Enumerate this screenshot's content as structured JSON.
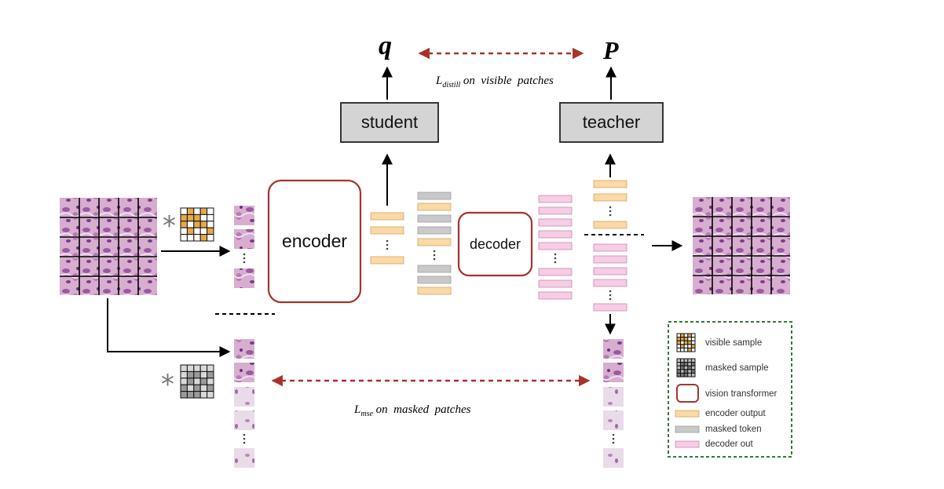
{
  "outputs": {
    "student_output": "q",
    "teacher_output": "P"
  },
  "losses": {
    "distill": {
      "symbol": "L",
      "subscript": "distill",
      "text": "on  visible  patches"
    },
    "mse": {
      "symbol": "L",
      "subscript": "mse",
      "text": "on  masked  patches"
    }
  },
  "blocks": {
    "student": "student",
    "teacher": "teacher",
    "encoder": "encoder",
    "decoder": "decoder"
  },
  "mask_operator": "*",
  "legend": {
    "items": [
      {
        "key": "visible",
        "label": "visible sample"
      },
      {
        "key": "masked",
        "label": "masked sample"
      },
      {
        "key": "vit",
        "label": "vision transformer"
      },
      {
        "key": "enc",
        "label": "encoder output"
      },
      {
        "key": "mtok",
        "label": "masked token"
      },
      {
        "key": "dec",
        "label": "decoder out"
      }
    ]
  },
  "colors": {
    "encoder_output": "#f9d9a6",
    "masked_token": "#c9c9c9",
    "decoder_out": "#f6cde4",
    "vision_transformer_border": "#a5342e",
    "loss_arrow": "#a5342e",
    "legend_border": "#2e7d32",
    "block_fill": "#d4d4d4",
    "tissue": "#b478ac"
  },
  "masks": {
    "visible_grid": [
      [
        0,
        1,
        0,
        1,
        0
      ],
      [
        1,
        1,
        1,
        0,
        0
      ],
      [
        1,
        0,
        1,
        1,
        0
      ],
      [
        0,
        1,
        0,
        0,
        1
      ],
      [
        0,
        0,
        0,
        1,
        0
      ]
    ],
    "masked_grid": [
      [
        0,
        0,
        0,
        0,
        0
      ],
      [
        0,
        1,
        1,
        0,
        1
      ],
      [
        0,
        1,
        0,
        1,
        0
      ],
      [
        1,
        0,
        1,
        0,
        1
      ],
      [
        1,
        1,
        1,
        0,
        0
      ]
    ]
  }
}
